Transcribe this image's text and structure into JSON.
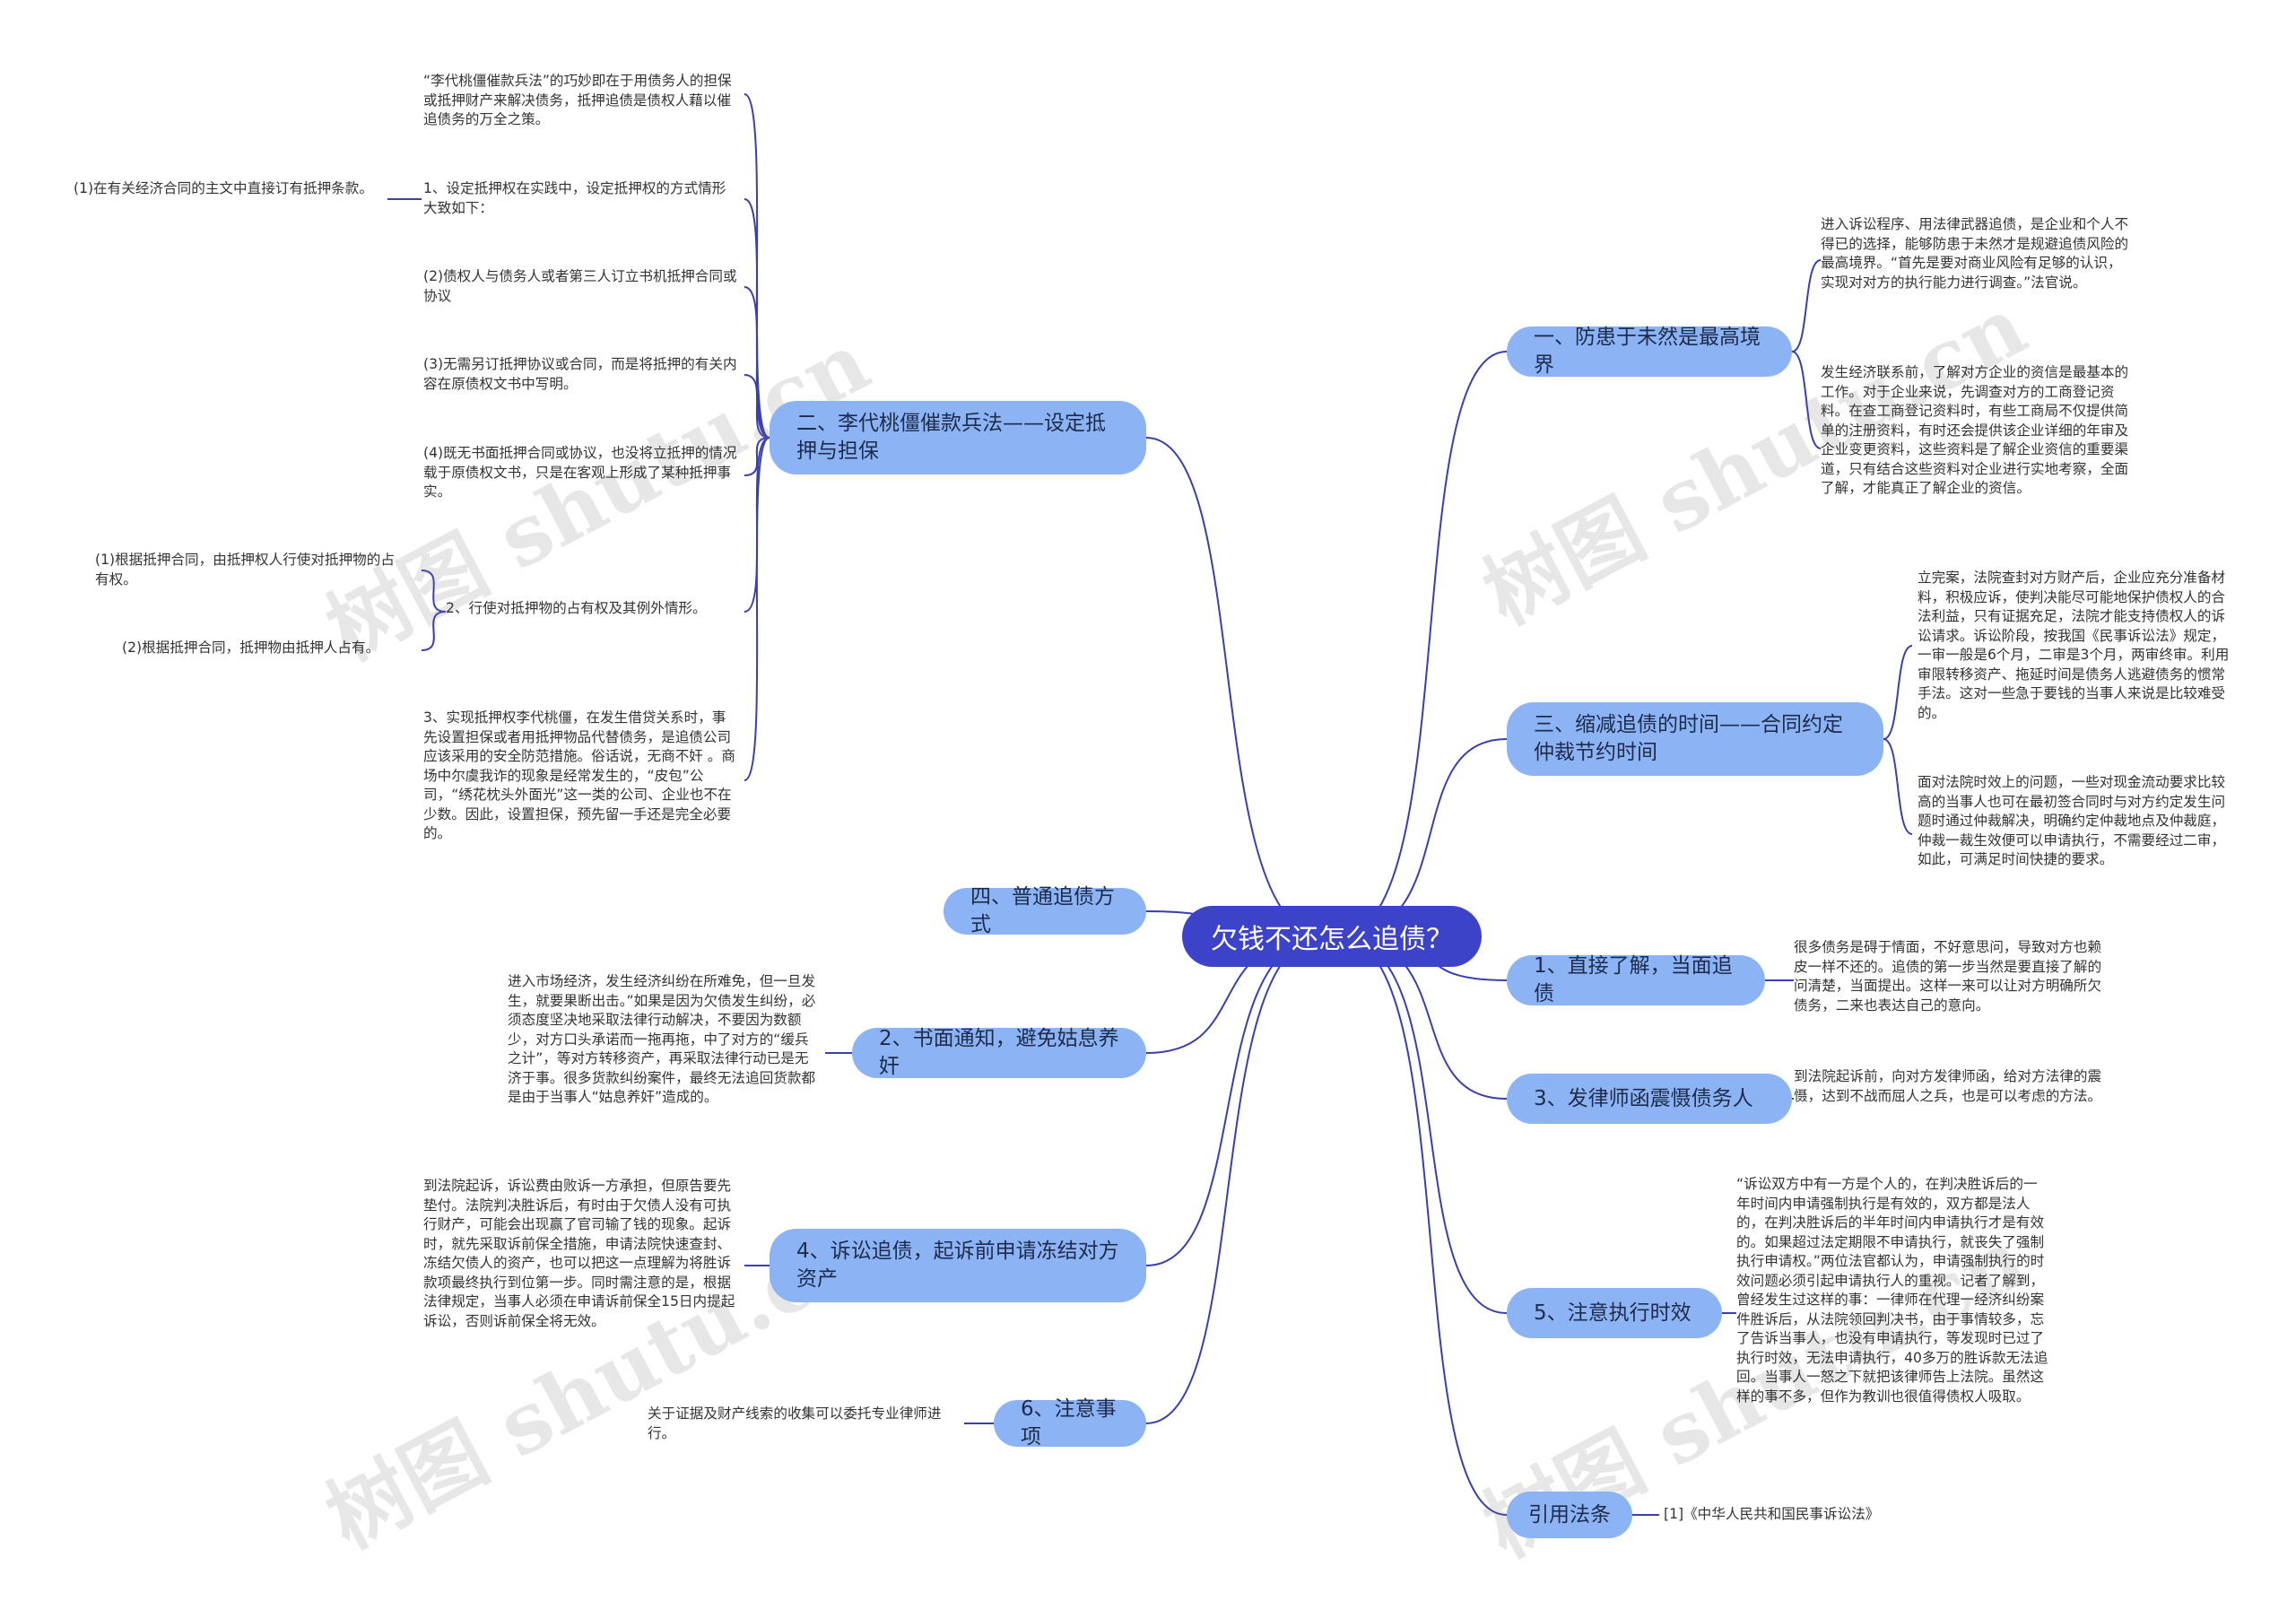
{
  "root": {
    "label": "欠钱不还怎么追债？"
  },
  "branches": {
    "b1": "一、防患于未然是最高境界",
    "b2": "二、李代桃僵催款兵法——设定抵押与担保",
    "b3": "三、缩减追债的时间——合同约定仲裁节约时间",
    "b4": "四、普通追债方式",
    "s1": "1、直接了解，当面追债",
    "s2": "2、书面通知，避免姑息养奸",
    "s3": "3、发律师函震慑债务人",
    "s4": "4、诉讼追债，起诉前申请冻结对方资产",
    "s5": "5、注意执行时效",
    "s6": "6、注意事项",
    "ref": "引用法条"
  },
  "leaves": {
    "b1_a": "进入诉讼程序、用法律武器追债，是企业和个人不得已的选择，能够防患于未然才是规避追债风险的最高境界。“首先是要对商业风险有足够的认识，实现对对方的执行能力进行调查。”法官说。",
    "b1_b": "发生经济联系前，了解对方企业的资信是最基本的工作。对于企业来说，先调查对方的工商登记资料。在查工商登记资料时，有些工商局不仅提供简单的注册资料，有时还会提供该企业详细的年审及企业变更资料，这些资料是了解企业资信的重要渠道，只有结合这些资料对企业进行实地考察，全面了解，才能真正了解企业的资信。",
    "b3_a": "立完案，法院查封对方财产后，企业应充分准备材料，积极应诉，使判决能尽可能地保护债权人的合法利益，只有证据充足，法院才能支持债权人的诉讼请求。诉讼阶段，按我国《民事诉讼法》规定，一审一般是6个月，二审是3个月，两审终审。利用审限转移资产、拖延时间是债务人逃避债务的惯常手法。这对一些急于要钱的当事人来说是比较难受的。",
    "b3_b": "面对法院时效上的问题，一些对现金流动要求比较高的当事人也可在最初签合同时与对方约定发生问题时通过仲裁解决，明确约定仲裁地点及仲裁庭，仲裁一裁生效便可以申请执行，不需要经过二审，如此，可满足时间快捷的要求。",
    "s1_a": "很多债务是碍于情面，不好意思问，导致对方也赖皮一样不还的。追债的第一步当然是要直接了解的问清楚，当面提出。这样一来可以让对方明确所欠债务，二来也表达自己的意向。",
    "s3_a": "到法院起诉前，向对方发律师函，给对方法律的震慑，达到不战而屈人之兵，也是可以考虑的方法。",
    "s5_a": "“诉讼双方中有一方是个人的，在判决胜诉后的一年时间内申请强制执行是有效的，双方都是法人的，在判决胜诉后的半年时间内申请执行才是有效的。如果超过法定期限不申请执行，就丧失了强制执行申请权。”两位法官都认为，申请强制执行的时效问题必须引起申请执行人的重视。记者了解到，曾经发生过这样的事：一律师在代理一经济纠纷案件胜诉后，从法院领回判决书，由于事情较多，忘了告诉当事人，也没有申请执行，等发现时已过了执行时效，无法申请执行，40多万的胜诉款无法追回。当事人一怒之下就把该律师告上法院。虽然这样的事不多，但作为教训也很值得债权人吸取。",
    "ref_a": "[1]《中华人民共和国民事诉讼法》",
    "b2_a": "“李代桃僵催款兵法”的巧妙即在于用债务人的担保或抵押财产来解决债务，抵押追债是债权人藉以催追债务的万全之策。",
    "b2_b": "1、设定抵押权在实践中，设定抵押权的方式情形大致如下：",
    "b2_b1": "(1)在有关经济合同的主文中直接订有抵押条款。",
    "b2_c": "(2)债权人与债务人或者第三人订立书机抵押合同或协议",
    "b2_d": "(3)无需另订抵押协议或合同，而是将抵押的有关内容在原债权文书中写明。",
    "b2_e": "(4)既无书面抵押合同或协议，也没将立抵押的情况载于原债权文书，只是在客观上形成了某种抵押事实。",
    "b2_f": "2、行使对抵押物的占有权及其例外情形。",
    "b2_f1": "(1)根据抵押合同，由抵押权人行使对抵押物的占有权。",
    "b2_f2": "(2)根据抵押合同，抵押物由抵押人占有。",
    "b2_g": "3、实现抵押权李代桃僵，在发生借贷关系时，事先设置担保或者用抵押物品代替债务，是追债公司应该采用的安全防范措施。俗话说，无商不奸 。商场中尔虞我诈的现象是经常发生的，“皮包”公司，“绣花枕头外面光”这一类的公司、企业也不在少数。因此，设置担保，预先留一手还是完全必要的。",
    "s2_a": "进入市场经济，发生经济纠纷在所难免，但一旦发生，就要果断出击。”如果是因为欠债发生纠纷，必须态度坚决地采取法律行动解决，不要因为数额少，对方口头承诺而一拖再拖，中了对方的“缓兵之计”，等对方转移资产，再采取法律行动已是无济于事。很多货款纠纷案件，最终无法追回货款都是由于当事人“姑息养奸”造成的。",
    "s4_a": "到法院起诉，诉讼费由败诉一方承担，但原告要先垫付。法院判决胜诉后，有时由于欠债人没有可执行财产，可能会出现赢了官司输了钱的现象。起诉时，就先采取诉前保全措施，申请法院快速查封、冻结欠债人的资产，也可以把这一点理解为将胜诉款项最终执行到位第一步。同时需注意的是，根据法律规定，当事人必须在申请诉前保全15日内提起诉讼，否则诉前保全将无效。",
    "s6_a": "关于证据及财产线索的收集可以委托专业律师进行。"
  },
  "watermark": {
    "text": "树图 shutu.cn"
  },
  "colors": {
    "root": "#3d43c8",
    "branch": "#8cb4f5",
    "line": "#3a3fb0"
  }
}
